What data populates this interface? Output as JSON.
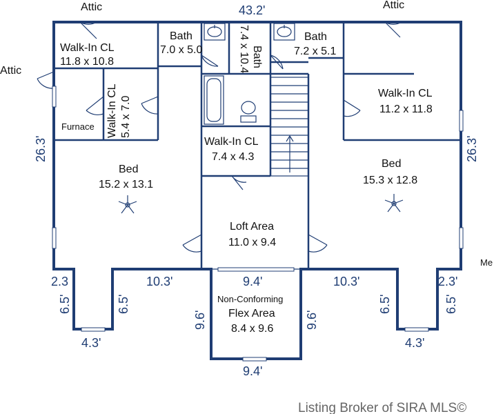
{
  "attic_labels": [
    "Attic",
    "Attic",
    "Attic"
  ],
  "dimensions": {
    "top_width": "43.2'",
    "left_height": "26.3'",
    "right_height": "26.3'",
    "bump_left_2_3": "2.3",
    "bump_left_6_5a": "6.5'",
    "bump_left_6_5b": "6.5'",
    "bump_left_4_3": "4.3'",
    "left_10_3": "10.3'",
    "right_10_3": "10.3'",
    "flex_top": "9.4'",
    "flex_bottom": "9.4'",
    "flex_left": "9.6'",
    "flex_right": "9.6'",
    "bump_right_6_5a": "6.5'",
    "bump_right_6_5b": "6.5'",
    "bump_right_2_3": "2.3'",
    "bump_right_4_3": "4.3'"
  },
  "rooms": {
    "walkin_tl": {
      "name": "Walk-In CL",
      "size": "11.8 x 10.8"
    },
    "walkin_small": {
      "name": "Walk-In CL",
      "size": "5.4 x 7.0"
    },
    "furnace": {
      "name": "Furnace"
    },
    "bath_left": {
      "name": "Bath",
      "size": "7.0 x 5.0"
    },
    "bath_center": {
      "name": "Bath",
      "size": "7.4 x 10.4"
    },
    "bath_right": {
      "name": "Bath",
      "size": "7.2 x 5.1"
    },
    "walkin_tr": {
      "name": "Walk-In CL",
      "size": "11.2 x 11.8"
    },
    "walkin_center": {
      "name": "Walk-In CL",
      "size": "7.4 x 4.3"
    },
    "bed_left": {
      "name": "Bed",
      "size": "15.2 x 13.1"
    },
    "bed_right": {
      "name": "Bed",
      "size": "15.3 x 12.8"
    },
    "loft": {
      "name": "Loft Area",
      "size": "11.0 x 9.4"
    },
    "flex": {
      "name1": "Non-Conforming",
      "name2": "Flex Area",
      "size": "8.4 x 9.6"
    }
  },
  "edge_label": "Me",
  "credit": "Listing Broker of SIRA MLS©"
}
